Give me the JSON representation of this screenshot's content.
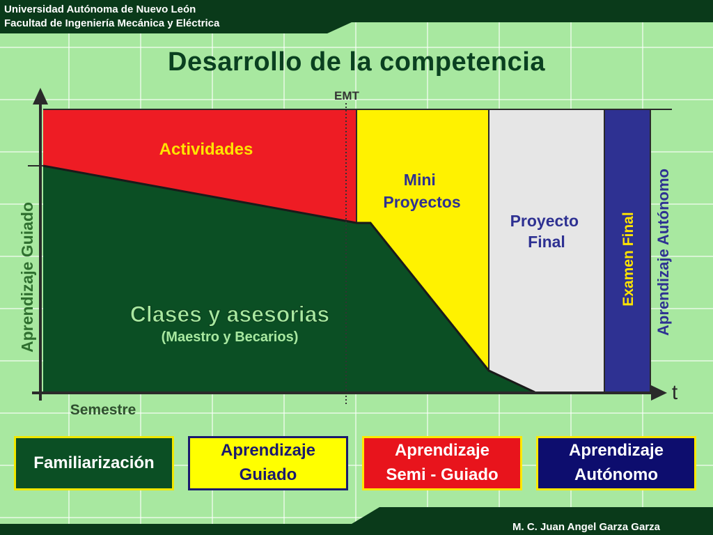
{
  "header": {
    "line1": "Universidad Autónoma de Nuevo León",
    "line2": "Facultad de Ingeniería Mecánica y Eléctrica"
  },
  "title": "Desarrollo de la competencia",
  "diagram": {
    "emt_label": "EMT",
    "regions": {
      "actividades": "Actividades",
      "mini_proyectos": [
        "Mini",
        "Proyectos"
      ],
      "proyecto_final": [
        "Proyecto",
        "Final"
      ],
      "examen_final": "Examen Final",
      "clases": "Clases y asesorias",
      "clases_sub": "(Maestro y Becarios)"
    },
    "y_axis_left": "Aprendizaje Guiado",
    "y_axis_right": "Aprendizaje Autónomo",
    "x_axis_label": "Semestre",
    "time_label": "t",
    "colors": {
      "red": "#ee1c24",
      "yellow": "#fff200",
      "light_gray": "#e6e6e6",
      "navy": "#2e3192",
      "dark_green": "#0b4f24",
      "label_yellow": "#ffe400",
      "label_blue": "#2e3192",
      "label_green": "#a8e8a0",
      "axis_green": "#2f6f2f"
    }
  },
  "stages": [
    {
      "lines": [
        "Familiarización"
      ]
    },
    {
      "lines": [
        "Aprendizaje",
        "Guiado"
      ]
    },
    {
      "lines": [
        "Aprendizaje",
        "Semi - Guiado"
      ]
    },
    {
      "lines": [
        "Aprendizaje",
        "Autónomo"
      ]
    }
  ],
  "footer": {
    "author": "M. C. Juan Angel Garza Garza"
  }
}
